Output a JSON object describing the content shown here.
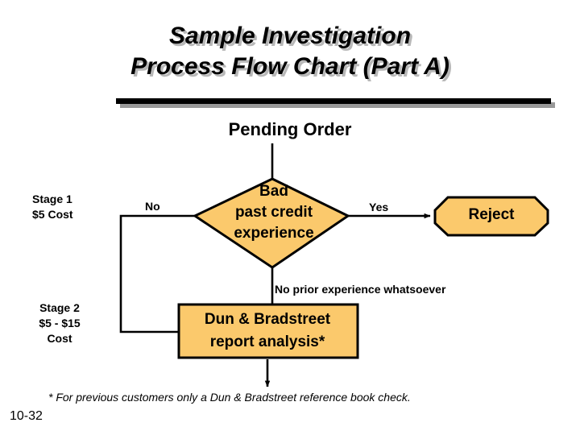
{
  "slide": {
    "title_lines": [
      "Sample Investigation",
      "Process Flow Chart (Part A)"
    ],
    "page_number": "10-32",
    "footnote": "* For previous customers only a Dun & Bradstreet reference book check."
  },
  "diagram": {
    "type": "flowchart",
    "start_label": "Pending Order",
    "stages": [
      {
        "id": "stage-1",
        "lines": [
          "Stage 1",
          "$5 Cost"
        ]
      },
      {
        "id": "stage-2",
        "lines": [
          "Stage 2",
          "$5 - $15",
          "Cost"
        ]
      }
    ],
    "nodes": [
      {
        "id": "decision-bad-credit",
        "shape": "diamond",
        "lines": [
          "Bad",
          "past credit",
          "experience"
        ],
        "fill": "#FBC96C",
        "stroke": "#000000"
      },
      {
        "id": "reject",
        "shape": "octagon",
        "lines": [
          "Reject"
        ],
        "fill": "#FBC96C",
        "stroke": "#000000"
      },
      {
        "id": "dnb-report",
        "shape": "rectangle",
        "lines": [
          "Dun & Bradstreet",
          "report analysis*"
        ],
        "fill": "#FBC96C",
        "stroke": "#000000"
      }
    ],
    "edges": [
      {
        "id": "edge-start-to-decision",
        "from": "start",
        "to": "decision-bad-credit",
        "label": ""
      },
      {
        "id": "edge-decision-yes",
        "from": "decision-bad-credit",
        "to": "reject",
        "label": "Yes"
      },
      {
        "id": "edge-decision-no",
        "from": "decision-bad-credit",
        "to": "dnb-report",
        "label": "No"
      },
      {
        "id": "edge-decision-noprior",
        "from": "decision-bad-credit",
        "to": "dnb-report",
        "label": "No prior experience whatsoever"
      },
      {
        "id": "edge-dnb-out",
        "from": "dnb-report",
        "to": "part-b",
        "label": ""
      }
    ],
    "colors": {
      "shape_fill": "#FBC96C",
      "shape_stroke": "#000000",
      "title_shadow": "#B8B8B8",
      "rule_shadow": "#999999",
      "background": "#FFFFFF"
    }
  }
}
